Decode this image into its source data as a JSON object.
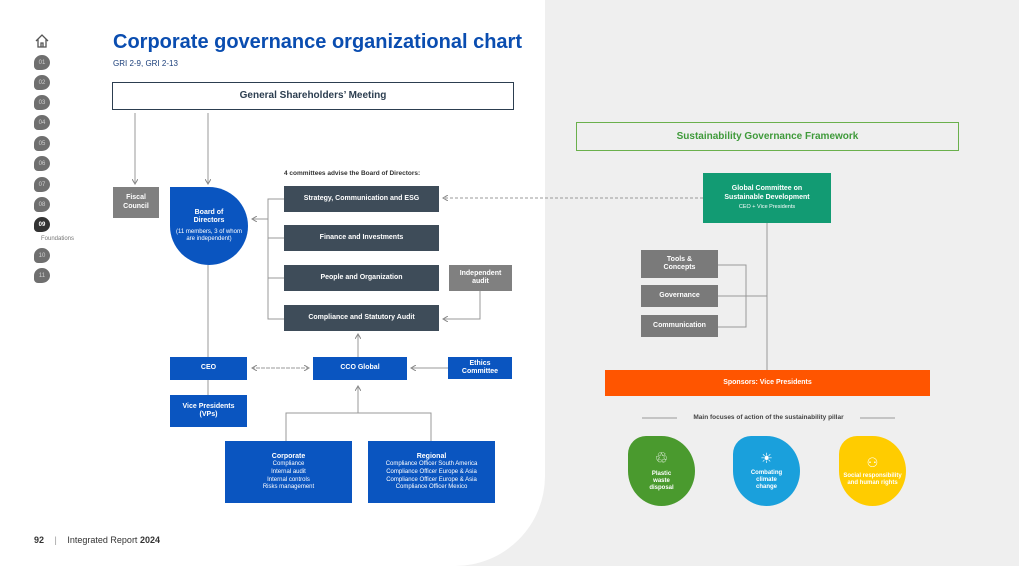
{
  "nav": {
    "items": [
      "01",
      "02",
      "03",
      "04",
      "05",
      "06",
      "07",
      "08",
      "09",
      "10",
      "11"
    ],
    "active": "09",
    "active_label": "Foundations"
  },
  "title": "Corporate governance organizational chart",
  "subtitle": "GRI 2-9, GRI 2-13",
  "org": {
    "gsm": "General Shareholders’ Meeting",
    "fiscal": "Fiscal Council",
    "board": "Board of Directors",
    "board_note": "(11 members, 3 of whom are independent)",
    "committees_label": "4 committees advise the Board of Directors:",
    "committees": [
      "Strategy, Communication and ESG",
      "Finance and Investments",
      "People and Organization",
      "Compliance and Statutory Audit"
    ],
    "independent_audit": "Independent audit",
    "ceo": "CEO",
    "vps": "Vice Presidents (VPs)",
    "cco": "CCO Global",
    "ethics": "Ethics Committee",
    "corporate": {
      "title": "Corporate",
      "items": [
        "Compliance",
        "Internal audit",
        "Internal controls",
        "Risks management"
      ]
    },
    "regional": {
      "title": "Regional",
      "items": [
        "Compliance Officer South America",
        "Compliance Officer Europe & Asia",
        "Compliance Officer Europe & Asia",
        "Compliance Officer Mexico"
      ]
    }
  },
  "footer": {
    "page": "92",
    "sep": "|",
    "report": "Integrated Report",
    "year": "2024"
  },
  "sustainability": {
    "title": "Sustainability Governance Framework",
    "committee": "Global Committee on Sustainable Development",
    "committee_note": "CEO + Vice Presidents",
    "groups": [
      "Tools & Concepts",
      "Governance",
      "Communication"
    ],
    "sponsors": "Sponsors: Vice Presidents",
    "focus_label": "Main focuses of action of the sustainability pillar",
    "pillars": [
      {
        "label": "Plastic waste disposal",
        "icon": "recycle-icon",
        "color": "#4a9a2e"
      },
      {
        "label": "Combating climate change",
        "icon": "sun-plant-icon",
        "color": "#1aa0dc"
      },
      {
        "label": "Social responsibility and human rights",
        "icon": "people-icon",
        "color": "#ffcc00"
      }
    ]
  }
}
